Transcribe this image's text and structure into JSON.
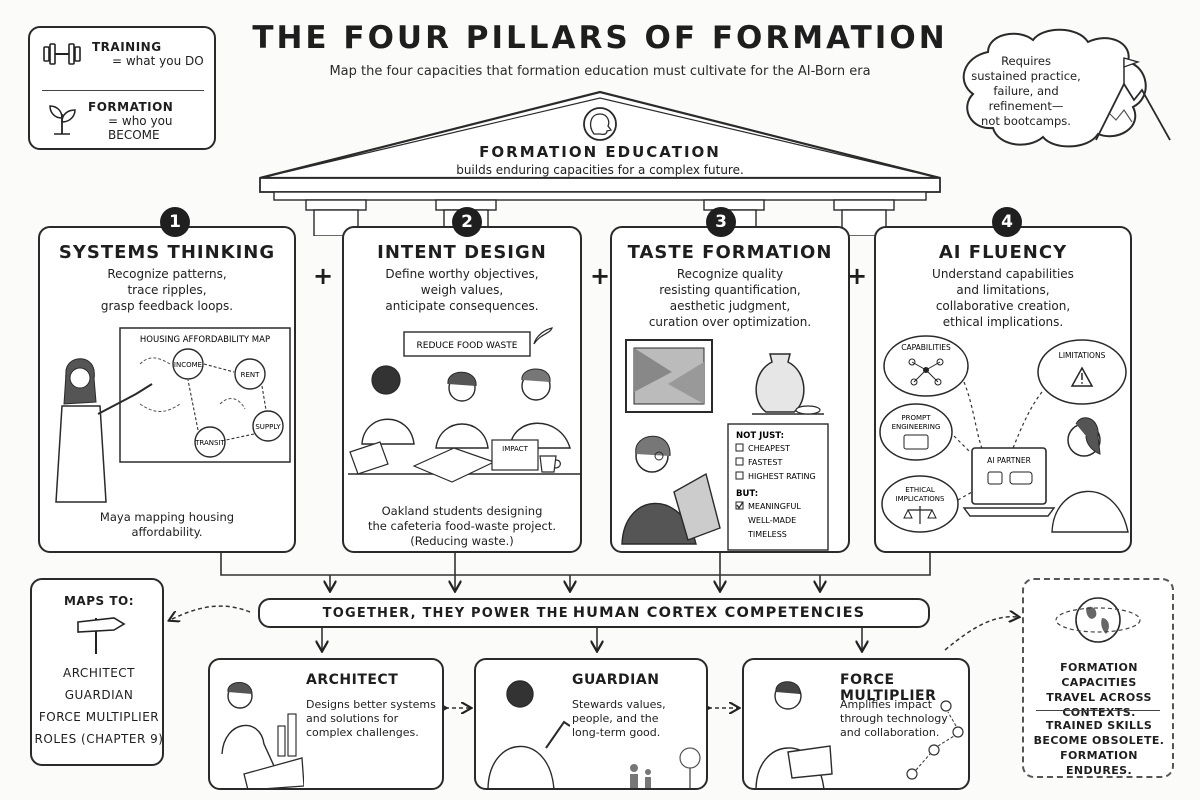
{
  "header": {
    "title": "THE FOUR PILLARS OF FORMATION",
    "subtitle": "Map the four capacities that formation education must cultivate for the AI-Born era"
  },
  "legend": {
    "training_label": "TRAINING",
    "training_desc": "= what you DO",
    "formation_label": "FORMATION",
    "formation_desc": "= who you BECOME"
  },
  "cloud_note": {
    "lines": [
      "Requires",
      "sustained practice,",
      "failure, and",
      "refinement—",
      "not bootcamps."
    ]
  },
  "temple": {
    "title": "FORMATION EDUCATION",
    "subtitle": "builds enduring capacities for a complex future."
  },
  "pillars": [
    {
      "number": "1",
      "title": "SYSTEMS THINKING",
      "desc": [
        "Recognize patterns,",
        "trace ripples,",
        "grasp feedback loops."
      ],
      "board_title": "HOUSING AFFORDABILITY MAP",
      "nodes": [
        "INCOME",
        "RENT",
        "SUPPLY",
        "TRANSIT"
      ],
      "caption": [
        "Maya mapping housing",
        "affordability."
      ]
    },
    {
      "number": "2",
      "title": "INTENT DESIGN",
      "desc": [
        "Define worthy objectives,",
        "weigh values,",
        "anticipate consequences."
      ],
      "sign": "REDUCE FOOD WASTE",
      "paper_label": "IMPACT",
      "caption": [
        "Oakland students designing",
        "the cafeteria food-waste project.",
        "(Reducing waste.)"
      ]
    },
    {
      "number": "3",
      "title": "TASTE FORMATION",
      "desc": [
        "Recognize quality",
        "resisting quantification,",
        "aesthetic judgment,",
        "curation over optimization."
      ],
      "checklist": {
        "heading_not": "NOT JUST:",
        "not_items": [
          "CHEAPEST",
          "FASTEST",
          "HIGHEST RATING"
        ],
        "heading_but": "BUT:",
        "but_items": [
          "MEANINGFUL",
          "WELL-MADE",
          "TIMELESS"
        ]
      }
    },
    {
      "number": "4",
      "title": "AI FLUENCY",
      "desc": [
        "Understand capabilities",
        "and limitations,",
        "collaborative creation,",
        "ethical implications."
      ],
      "bubbles": {
        "capabilities": "CAPABILITIES",
        "limitations": "LIMITATIONS",
        "prompt": [
          "PROMPT",
          "ENGINEERING"
        ],
        "ethical": [
          "ETHICAL",
          "IMPLICATIONS"
        ]
      },
      "screen_label": "AI PARTNER"
    }
  ],
  "plus_sign": "+",
  "together": {
    "prefix": "TOGETHER, THEY POWER THE ",
    "emphasis": "HUMAN CORTEX COMPETENCIES"
  },
  "maps_to": {
    "heading": "MAPS TO:",
    "items": [
      "ARCHITECT",
      "GUARDIAN",
      "FORCE MULTIPLIER",
      "ROLES (CHAPTER 9)"
    ]
  },
  "roles": [
    {
      "title": "ARCHITECT",
      "desc": [
        "Designs better systems",
        "and solutions for",
        "complex challenges."
      ]
    },
    {
      "title": "GUARDIAN",
      "desc": [
        "Stewards values,",
        "people, and the",
        "long-term good."
      ]
    },
    {
      "title": "FORCE MULTIPLIER",
      "desc": [
        "Amplifies impact",
        "through technology",
        "and collaboration."
      ]
    }
  ],
  "endures_box": {
    "line1": [
      "FORMATION CAPACITIES",
      "TRAVEL ACROSS",
      "CONTEXTS."
    ],
    "line2": [
      "TRAINED SKILLS",
      "BECOME OBSOLETE.",
      "FORMATION ENDURES."
    ]
  },
  "colors": {
    "ink": "#1e1e1e",
    "paper": "#fbfbf9",
    "accent_red": "#c0392b"
  }
}
